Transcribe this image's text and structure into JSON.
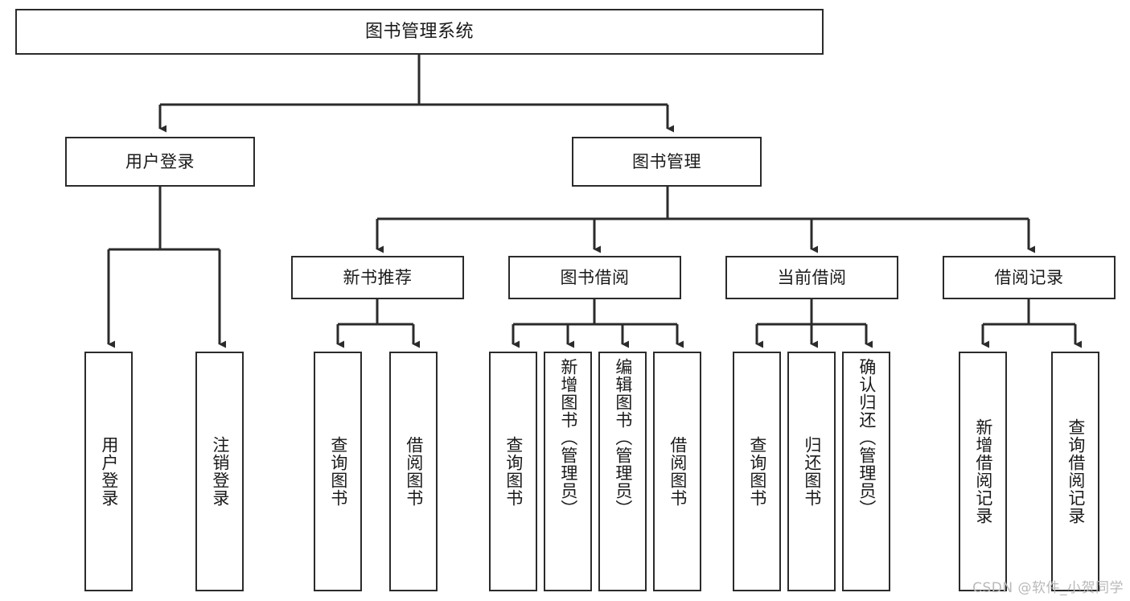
{
  "diagram": {
    "title": "图书管理系统",
    "type": "tree",
    "watermark": "CSDN @软件_小贺同学",
    "line_color": "#2b2b2b",
    "box_fill": "#ffffff",
    "text_color": "#1a1a1a",
    "root": {
      "label": "图书管理系统"
    },
    "level2": [
      {
        "label": "用户登录"
      },
      {
        "label": "图书管理"
      }
    ],
    "level3": [
      {
        "label": "新书推荐"
      },
      {
        "label": "图书借阅"
      },
      {
        "label": "当前借阅"
      },
      {
        "label": "借阅记录"
      }
    ],
    "leaves": {
      "user_login": [
        {
          "label": "用户登录"
        },
        {
          "label": "注销登录"
        }
      ],
      "new_book_recommend": [
        {
          "label": "查询图书"
        },
        {
          "label": "借阅图书"
        }
      ],
      "book_borrow": [
        {
          "label": "查询图书"
        },
        {
          "label": "新增图书（管理员）"
        },
        {
          "label": "编辑图书（管理员）"
        },
        {
          "label": "借阅图书"
        }
      ],
      "current_borrow": [
        {
          "label": "查询图书"
        },
        {
          "label": "归还图书"
        },
        {
          "label": "确认归还（管理员）"
        }
      ],
      "borrow_record": [
        {
          "label": "新增借阅记录"
        },
        {
          "label": "查询借阅记录"
        }
      ]
    }
  }
}
